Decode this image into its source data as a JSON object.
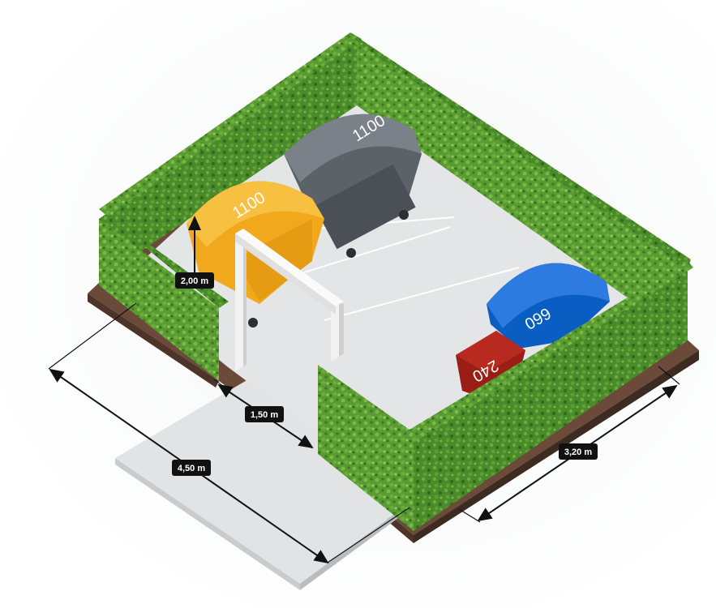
{
  "dimensions": {
    "height": "2,00 m",
    "opening": "1,50 m",
    "length": "4,50 m",
    "depth": "3,20 m"
  },
  "bins": [
    {
      "name": "grey-bin",
      "label": "1100",
      "color": "#5b6268"
    },
    {
      "name": "yellow-bin",
      "label": "1100",
      "color": "#f2a81d"
    },
    {
      "name": "blue-bin",
      "label": "660",
      "color": "#0a5dc2"
    },
    {
      "name": "red-bin",
      "label": "240",
      "color": "#9a1e16"
    }
  ],
  "colors": {
    "hedge": "#5a9a32",
    "hedge_dark": "#3f7a25",
    "soil": "#6b4a3a",
    "paving": "#e1e3e5",
    "frame": "#e9e9e9"
  }
}
